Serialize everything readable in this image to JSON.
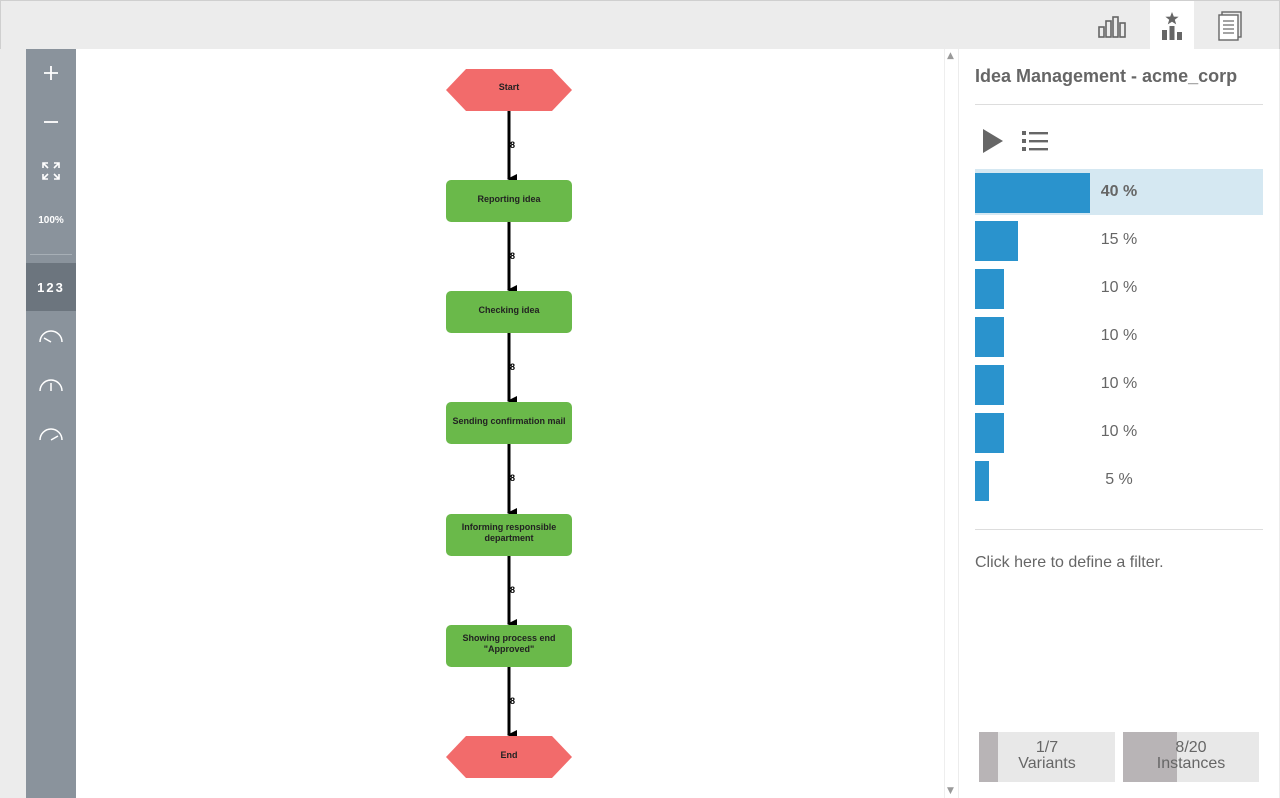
{
  "header": {
    "tabs": [
      {
        "name": "bar-chart-tab",
        "icon": "bar-chart-icon",
        "active": false
      },
      {
        "name": "starred-chart-tab",
        "icon": "starred-chart-icon",
        "active": true
      },
      {
        "name": "document-tab",
        "icon": "document-icon",
        "active": false
      }
    ]
  },
  "toolbar": {
    "zoom_in_icon": "plus-icon",
    "zoom_out_icon": "minus-icon",
    "fit_icon": "fit-screen-icon",
    "zoom_level": "100%",
    "numbers_label": "123",
    "gauge_icons": [
      "gauge-low-icon",
      "gauge-mid-icon",
      "gauge-high-icon"
    ]
  },
  "process": {
    "start": "Start",
    "steps": [
      "Reporting idea",
      "Checking idea",
      "Sending confirmation mail",
      "Informing responsible department",
      "Showing process end \"Approved\""
    ],
    "end": "End",
    "edge_counts": [
      "8",
      "8",
      "8",
      "8",
      "8",
      "8"
    ],
    "colors": {
      "terminal": "#f26b6b",
      "activity": "#6ab94a",
      "edge": "#000000"
    }
  },
  "panel": {
    "title": "Idea Management - acme_corp",
    "play_icon": "play-icon",
    "list_icon": "list-icon",
    "variants": [
      {
        "label": "40 %",
        "share": 0.4,
        "selected": true
      },
      {
        "label": "15 %",
        "share": 0.15,
        "selected": false
      },
      {
        "label": "10 %",
        "share": 0.1,
        "selected": false
      },
      {
        "label": "10 %",
        "share": 0.1,
        "selected": false
      },
      {
        "label": "10 %",
        "share": 0.1,
        "selected": false
      },
      {
        "label": "10 %",
        "share": 0.1,
        "selected": false
      },
      {
        "label": "5 %",
        "share": 0.05,
        "selected": false
      }
    ],
    "filter_text": "Click here to define a filter.",
    "variants_counter": {
      "value": "1/7",
      "label": "Variants",
      "fraction": 0.142857
    },
    "instances_counter": {
      "value": "8/20",
      "label": "Instances",
      "fraction": 0.4
    },
    "colors": {
      "bar": "#2a93cd",
      "selected_row": "#d5e8f2"
    }
  }
}
